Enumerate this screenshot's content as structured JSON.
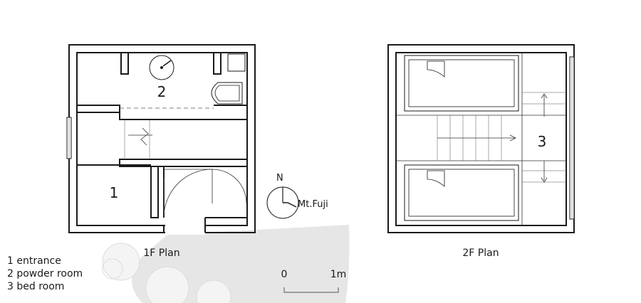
{
  "floor_plans": {
    "first_floor": {
      "title": "1F Plan",
      "room_labels": [
        "1",
        "2"
      ]
    },
    "second_floor": {
      "title": "2F Plan",
      "room_labels": [
        "3"
      ]
    }
  },
  "compass": {
    "north_label": "N",
    "direction_label": "Mt.Fuji"
  },
  "scale_bar": {
    "start_label": "0",
    "end_label": "1m"
  },
  "legend": [
    "1 entrance",
    "2 powder room",
    "3 bed room"
  ]
}
